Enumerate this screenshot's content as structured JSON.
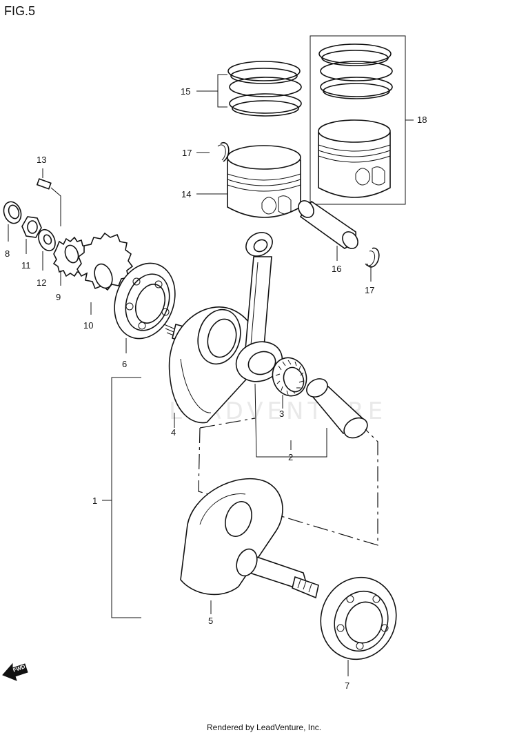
{
  "figure": {
    "title": "FIG.5",
    "watermark": "LEADVENTURE",
    "footer": "Rendered by LeadVenture, Inc.",
    "fwd_label": "FWD"
  },
  "callouts": {
    "c1": "1",
    "c2": "2",
    "c3": "3",
    "c4": "4",
    "c5": "5",
    "c6": "6",
    "c7": "7",
    "c8": "8",
    "c9": "9",
    "c10": "10",
    "c11": "11",
    "c12": "12",
    "c13": "13",
    "c14": "14",
    "c15": "15",
    "c16": "16",
    "c17a": "17",
    "c17b": "17",
    "c18": "18"
  },
  "icons": {
    "fwd": "forward-arrow-icon"
  }
}
